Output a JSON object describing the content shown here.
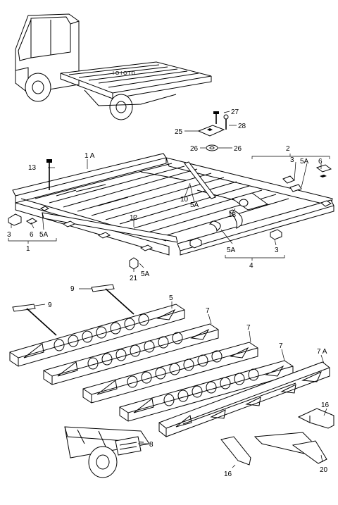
{
  "labels": {
    "l_27": "27",
    "l_28": "28",
    "l_25": "25",
    "l_26a": "26",
    "l_26b": "26",
    "l_2": "2",
    "l_1a": "1 A",
    "l_13": "13",
    "l_3r": "3",
    "l_5ar": "5A",
    "l_6r": "6",
    "l_10": "10",
    "l_5a_mid": "5A",
    "l_18": "18",
    "l_12": "12",
    "l_3l": "3",
    "l_6l": "6",
    "l_5al": "5A",
    "l_1": "1",
    "l_5a_b": "5A",
    "l_3b": "3",
    "l_4": "4",
    "l_21": "21",
    "l_5a_21": "5A",
    "l_9a": "9",
    "l_9b": "9",
    "l_5": "5",
    "l_7a": "7",
    "l_7b": "7",
    "l_7c": "7",
    "l_7A": "7 A",
    "l_16a": "16",
    "l_8": "8",
    "l_16b": "16",
    "l_20": "20"
  }
}
